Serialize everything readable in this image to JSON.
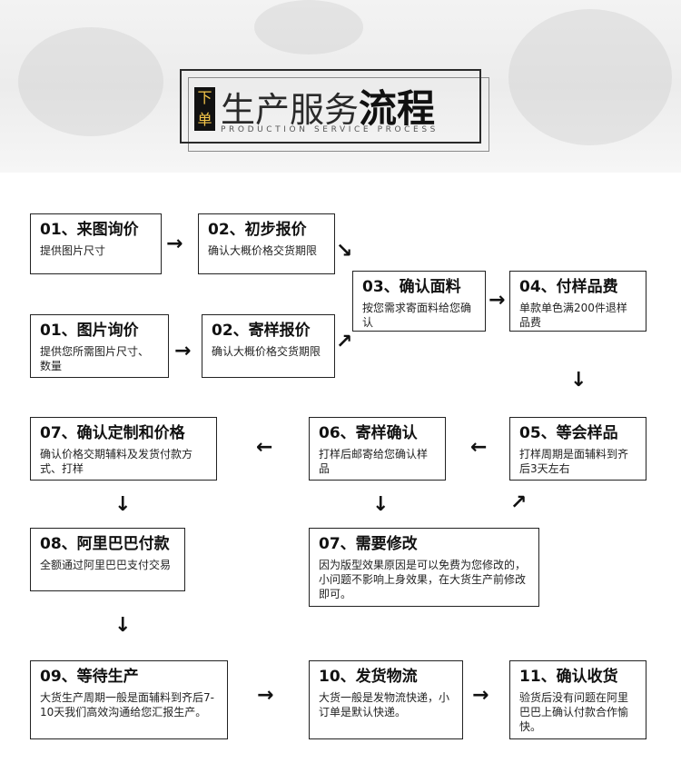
{
  "header": {
    "tag": "下单",
    "title_light": "生产服务",
    "title_bold": "流程",
    "subtitle": "PRODUCTION SERVICE PROCESS"
  },
  "steps": [
    {
      "title": "01、来图询价",
      "desc": "提供图片尺寸"
    },
    {
      "title": "02、初步报价",
      "desc": "确认大概价格交货期限"
    },
    {
      "title": "01、图片询价",
      "desc": "提供您所需图片尺寸、数量"
    },
    {
      "title": "02、寄样报价",
      "desc": "确认大概价格交货期限"
    },
    {
      "title": "03、确认面料",
      "desc": "按您需求寄面料给您确认"
    },
    {
      "title": "04、付样品费",
      "desc": "单款单色满200件退样品费"
    },
    {
      "title": "07、确认定制和价格",
      "desc": "确认价格交期辅料及发货付款方式、打样"
    },
    {
      "title": "06、寄样确认",
      "desc": "打样后邮寄给您确认样品"
    },
    {
      "title": "05、等会样品",
      "desc": "打样周期是面辅料到齐后3天左右"
    },
    {
      "title": "08、阿里巴巴付款",
      "desc": "全额通过阿里巴巴支付交易"
    },
    {
      "title": "07、需要修改",
      "desc": "因为版型效果原因是可以免费为您修改的，小问题不影响上身效果，在大货生产前修改即可。"
    },
    {
      "title": "09、等待生产",
      "desc": "大货生产周期一般是面辅料到齐后7-10天我们高效沟通给您汇报生产。"
    },
    {
      "title": "10、发货物流",
      "desc": "大货一般是发物流快递，小订单是默认快递。"
    },
    {
      "title": "11、确认收货",
      "desc": "验货后没有问题在阿里巴巴上确认付款合作愉快。"
    }
  ],
  "arrows": {
    "right": "→",
    "left": "←",
    "down": "↓",
    "down_right": "↘",
    "up_right": "↗"
  }
}
